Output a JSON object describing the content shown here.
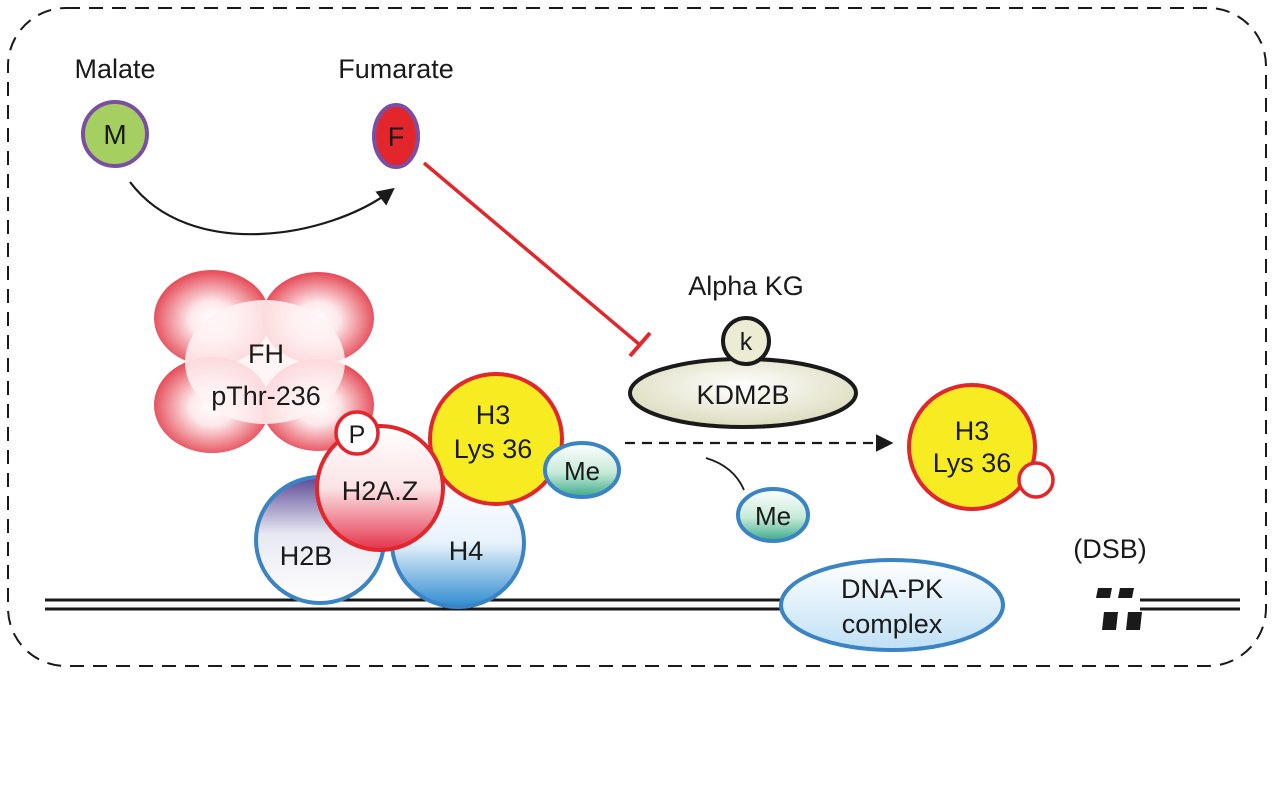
{
  "labels": {
    "malate": "Malate",
    "malate_symbol": "M",
    "fumarate": "Fumarate",
    "fumarate_symbol": "F",
    "alpha_kg": "Alpha KG",
    "alpha_kg_symbol": "k",
    "kdm2b": "KDM2B",
    "fh_line1": "FH",
    "fh_line2": "pThr-236",
    "phospho": "P",
    "h2az": "H2A.Z",
    "h2b": "H2B",
    "h4": "H4",
    "h3_line1": "H3",
    "h3_line2": "Lys 36",
    "methyl": "Me",
    "h3_free_line1": "H3",
    "h3_free_line2": "Lys 36",
    "methyl_free": "Me",
    "dnapk_line1": "DNA-PK",
    "dnapk_line2": "complex",
    "dsb": "(DSB)"
  },
  "colors": {
    "malate_fill": "#a6cf62",
    "metabolite_border": "#7a4fa3",
    "fumarate_fill": "#e2262c",
    "inhibition": "#e2262c",
    "h3_fill": "#f7ec22",
    "h3_border": "#e2262c",
    "histone_blue_border": "#3a84c6",
    "h2az_border": "#e2262c",
    "kdm2b_fill": "#ecebd3",
    "dnapk_fill": "#cfe6f6"
  }
}
